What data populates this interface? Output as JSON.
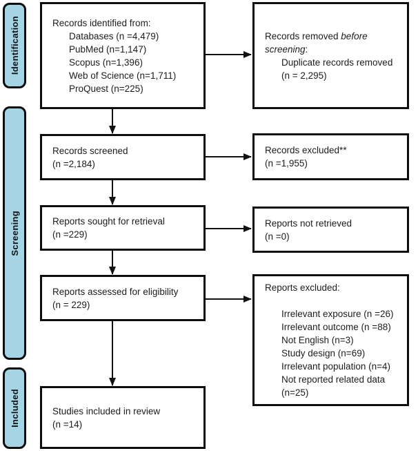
{
  "diagram": {
    "type": "prisma-flow",
    "colors": {
      "stage_bar_fill": "#a5d5e4",
      "box_border": "#0d0d0d",
      "arrow": "#111111",
      "text": "#1c1c1c"
    },
    "sidebar": {
      "stages": [
        "Identification",
        "Screening",
        "Included"
      ]
    },
    "boxes": {
      "identified": {
        "title": "Records identified from:",
        "items": [
          "Databases (n =4,479)",
          "PubMed (n=1,147)",
          "Scopus (n=1,396)",
          "Web of Science (n=1,711)",
          "ProQuest (n=225)"
        ]
      },
      "removed": {
        "title_prefix": "Records removed ",
        "title_italic": "before screening",
        "title_suffix": ":",
        "items": [
          "Duplicate records removed",
          "(n = 2,295)"
        ]
      },
      "screened": {
        "lines": [
          "Records screened",
          "(n =2,184)"
        ]
      },
      "excluded_screening": {
        "lines": [
          "Records excluded**",
          "(n =1,955)"
        ]
      },
      "sought": {
        "lines": [
          "Reports sought for retrieval",
          "(n =229)"
        ]
      },
      "not_retrieved": {
        "lines": [
          "Reports not retrieved",
          "(n =0)"
        ]
      },
      "assessed": {
        "lines": [
          "Reports assessed for eligibility",
          "(n = 229)"
        ]
      },
      "excluded_eligibility": {
        "title": "Reports excluded:",
        "items": [
          "Irrelevant exposure (n =26)",
          "Irrelevant outcome (n =88)",
          "Not English (n=3)",
          "Study design (n=69)",
          "Irrelevant population (n=4)",
          "Not reported related data",
          "(n=25)"
        ]
      },
      "included": {
        "lines": [
          "Studies included in review",
          "(n =14)"
        ]
      }
    }
  }
}
